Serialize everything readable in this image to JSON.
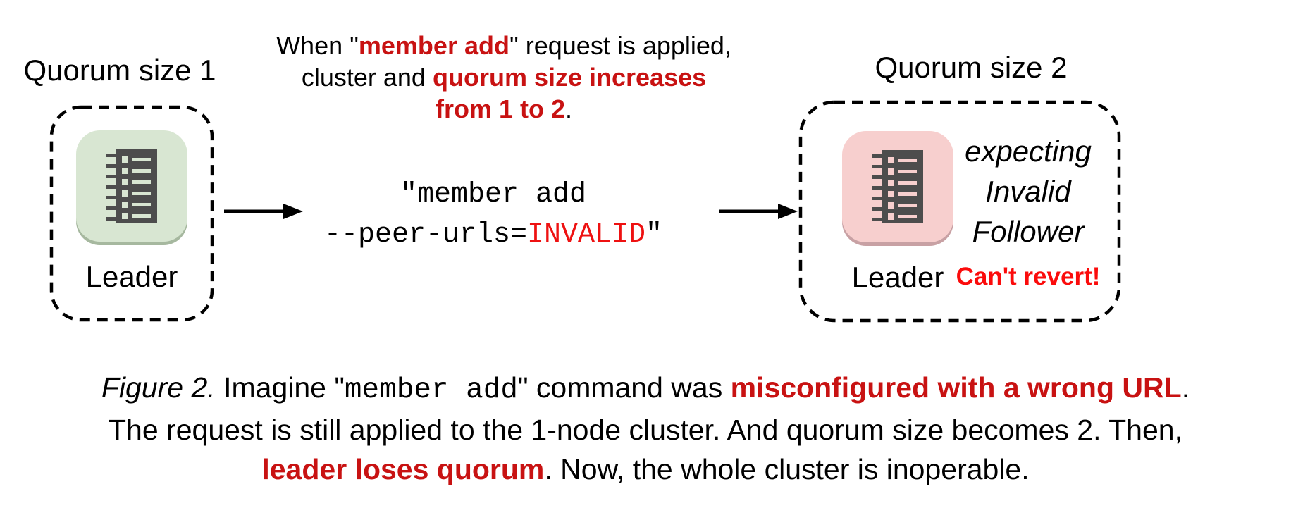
{
  "colors": {
    "red": "#c81212",
    "mono_red": "#ee1111",
    "alert_red": "#fb0b0b",
    "green_bg": "#d8e6d2",
    "green_shadow": "#a6b89f",
    "pink_bg": "#f7cfce",
    "pink_shadow": "#c8a1a4",
    "chip": "#4d4d4d",
    "line": "#000000"
  },
  "left_cluster": {
    "title": "Quorum size 1",
    "node_label": "Leader"
  },
  "right_cluster": {
    "title": "Quorum size 2",
    "node_label": "Leader",
    "expecting_line1": "expecting",
    "expecting_line2": "Invalid",
    "expecting_line3": "Follower",
    "alert": "Can't revert!"
  },
  "annotation": {
    "line1_prefix": "When \"",
    "line1_red": "member add",
    "line1_suffix": "\" request is applied,",
    "line2_prefix": "cluster and ",
    "line2_red": "quorum size increases",
    "line3_red": "from 1 to 2",
    "line3_suffix": "."
  },
  "command": {
    "line1": "\"member add",
    "line2_prefix": "--peer-urls=",
    "line2_red": "INVALID",
    "line2_suffix": "\""
  },
  "caption": {
    "figure_label": "Figure 2.",
    "part1": " Imagine \"",
    "code1": "member add",
    "part2": "\" command was ",
    "red1": "misconfigured with a wrong URL",
    "part3": ".",
    "line2": "The request is still applied to the 1-node cluster. And quorum size becomes 2. Then,",
    "red2": "leader loses quorum",
    "part4": ". Now, the whole cluster is inoperable."
  }
}
